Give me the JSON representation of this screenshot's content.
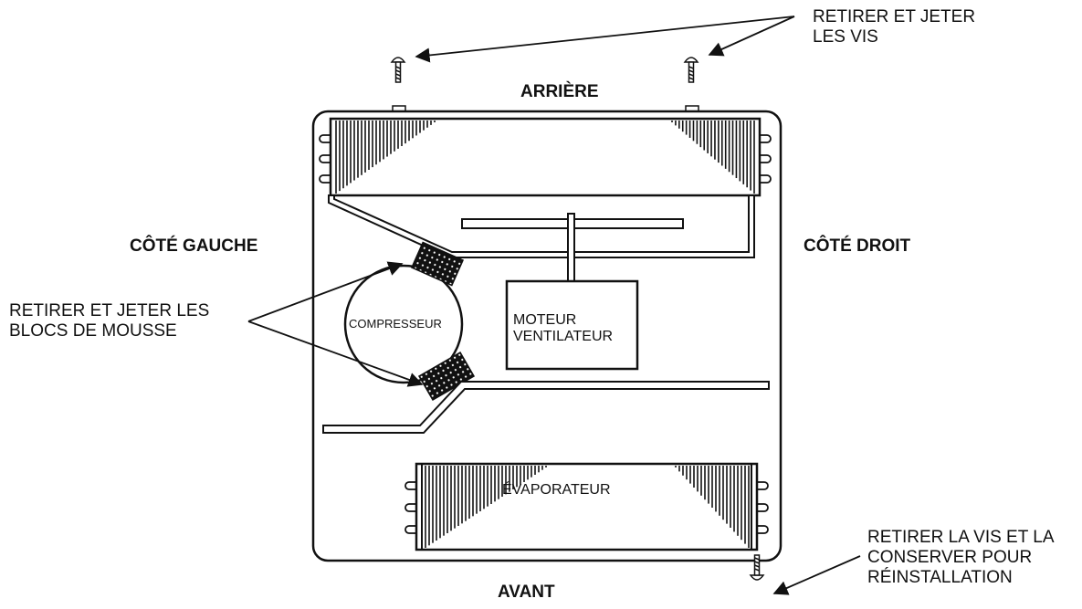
{
  "labels": {
    "top_note": "RETIRER ET JETER\nLES VIS",
    "rear": "ARRIÈRE",
    "left_side": "CÔTÉ GAUCHE",
    "right_side": "CÔTÉ DROIT",
    "foam_note": "RETIRER ET JETER LES\nBLOCS DE MOUSSE",
    "compressor": "COMPRESSEUR",
    "fan_motor": "MOTEUR\nVENTILATEUR",
    "evaporator": "ÉVAPORATEUR",
    "front": "AVANT",
    "bottom_note": "RETIRER LA VIS ET LA\nCONSERVER POUR\nRÉINSTALLATION"
  },
  "icons": [
    "screw-icon",
    "screw-icon",
    "screw-icon",
    "foam-block-icon",
    "foam-block-icon"
  ],
  "colors": {
    "line": "#111111",
    "background": "#ffffff"
  }
}
